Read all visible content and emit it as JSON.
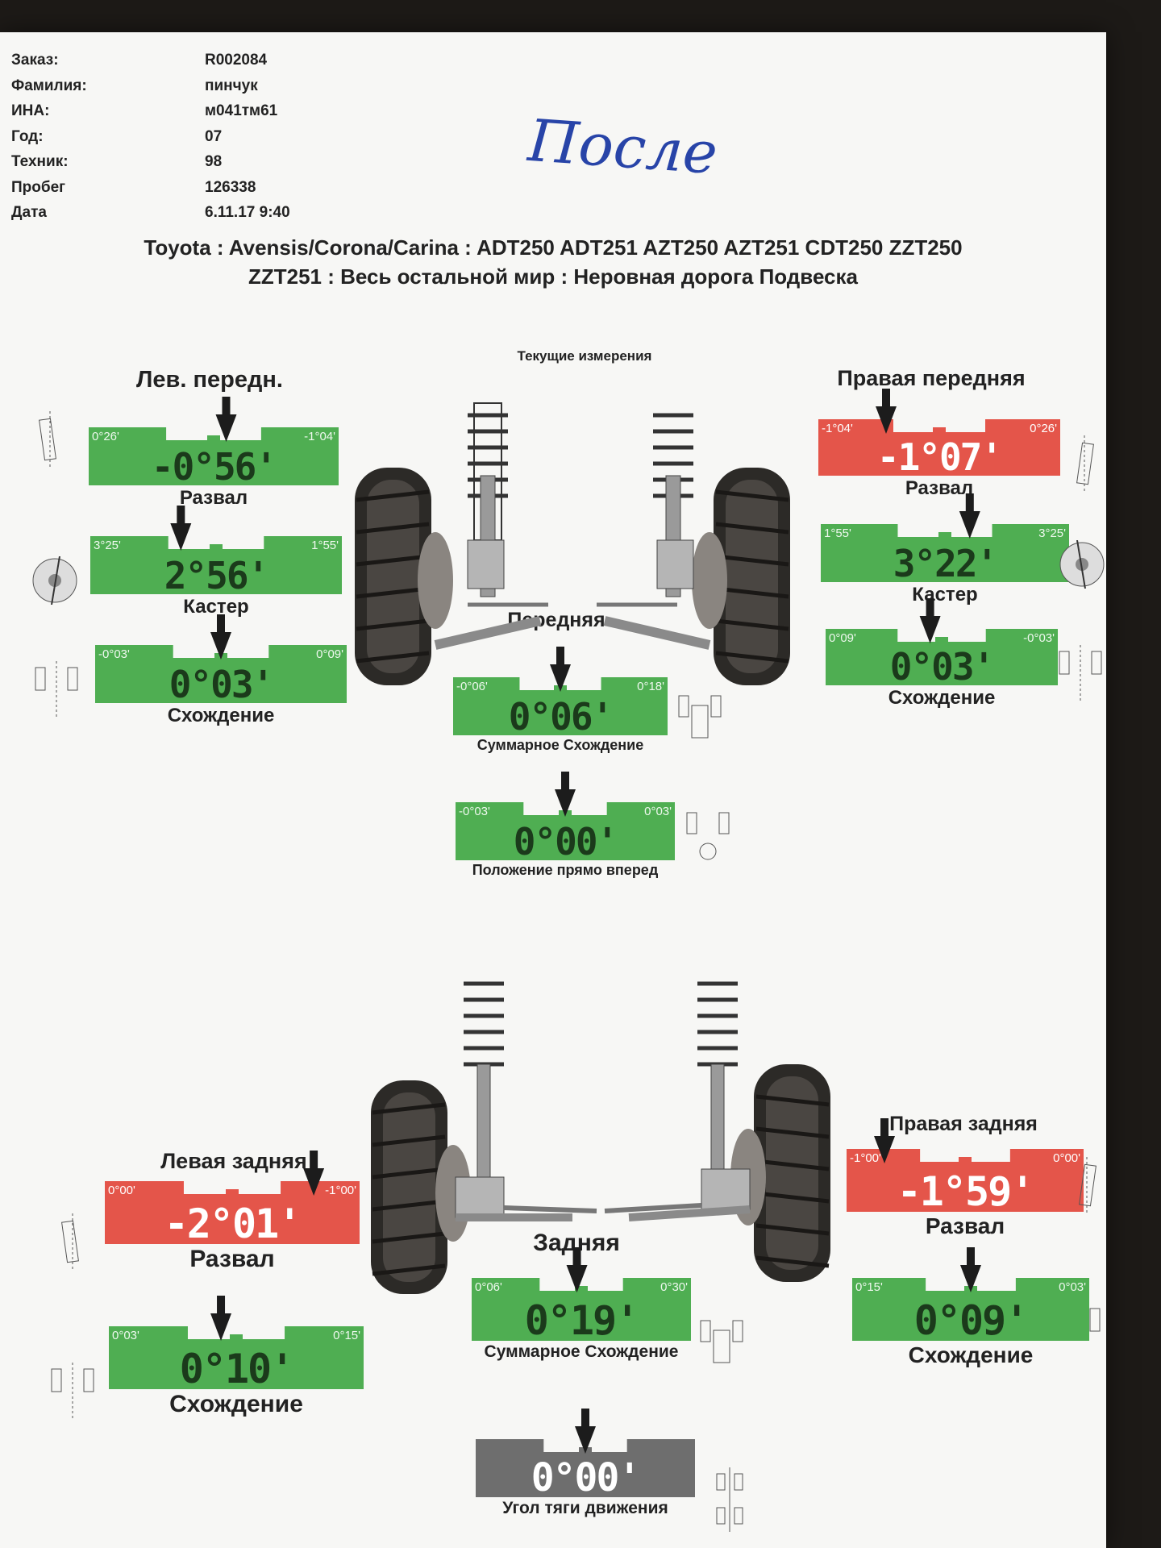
{
  "colors": {
    "green": "#4fae52",
    "red": "#e4554a",
    "gray": "#6e6e6e",
    "dark_text": "#1b3a1b"
  },
  "header": {
    "rows": [
      {
        "key": "Заказ:",
        "value": "R002084"
      },
      {
        "key": "Фамилия:",
        "value": "пинчук"
      },
      {
        "key": "ИНА:",
        "value": "м041тм61"
      },
      {
        "key": "Год:",
        "value": "07"
      },
      {
        "key": "Техник:",
        "value": "98"
      },
      {
        "key": "Пробег",
        "value": "126338"
      },
      {
        "key": "Дата",
        "value": "6.11.17 9:40"
      }
    ],
    "handwritten": "После"
  },
  "vehicle": {
    "line1": "Toyota : Avensis/Corona/Carina : ADT250 ADT251 AZT250 AZT251 CDT250 ZZT250",
    "line2": "ZZT251 : Весь остальной мир : Неровная дорога Подвеска"
  },
  "front": {
    "current_label": "Текущие измерения",
    "left_title": "Лев. передн.",
    "right_title": "Правая передняя",
    "center_title": "Передняя"
  },
  "rear": {
    "left_title": "Левая задняя",
    "right_title": "Правая задняя",
    "center_title": "Задняя"
  },
  "gauges": {
    "lf_camber": {
      "min": "0°26'",
      "max": "-1°04'",
      "value": "-0°56'",
      "label": "Развал",
      "status": "green",
      "level": 0.82
    },
    "lf_caster": {
      "min": "3°25'",
      "max": "1°55'",
      "value": "2°56'",
      "label": "Кастер",
      "status": "green",
      "level": 0.45
    },
    "lf_toe": {
      "min": "-0°03'",
      "max": "0°09'",
      "value": "0°03'",
      "label": "Схождение",
      "status": "green",
      "level": 0.5
    },
    "rf_camber": {
      "min": "-1°04'",
      "max": "0°26'",
      "value": "-1°07'",
      "label": "Развал",
      "status": "red",
      "level": -0.03
    },
    "rf_caster": {
      "min": "1°55'",
      "max": "3°25'",
      "value": "3°22'",
      "label": "Кастер",
      "status": "green",
      "level": 0.97
    },
    "rf_toe": {
      "min": "0°09'",
      "max": "-0°03'",
      "value": "0°03'",
      "label": "Схождение",
      "status": "green",
      "level": 0.5
    },
    "front_total": {
      "min": "-0°06'",
      "max": "0°18'",
      "value": "0°06'",
      "label": "Суммарное Схождение",
      "status": "green",
      "level": 0.5
    },
    "steer_ahead": {
      "min": "-0°03'",
      "max": "0°03'",
      "value": "0°00'",
      "label": "Положение прямо вперед",
      "status": "green",
      "level": 0.5
    },
    "lr_camber": {
      "min": "0°00'",
      "max": "-1°00'",
      "value": "-2°01'",
      "label": "Развал",
      "status": "red",
      "level": 1.0
    },
    "lr_toe": {
      "min": "0°03'",
      "max": "0°15'",
      "value": "0°10'",
      "label": "Схождение",
      "status": "green",
      "level": 0.5
    },
    "rear_total": {
      "min": "0°06'",
      "max": "0°30'",
      "value": "0°19'",
      "label": "Суммарное Схождение",
      "status": "green",
      "level": 0.5
    },
    "rr_camber": {
      "min": "-1°00'",
      "max": "0°00'",
      "value": "-1°59'",
      "label": "Развал",
      "status": "red",
      "level": 0.0
    },
    "rr_toe": {
      "min": "0°15'",
      "max": "0°03'",
      "value": "0°09'",
      "label": "Схождение",
      "status": "green",
      "level": 0.5
    },
    "thrust": {
      "min": "",
      "max": "",
      "value": "0°00'",
      "label": "Угол тяги движения",
      "status": "gray",
      "level": 0.5
    }
  },
  "icons": [
    "camber-icon",
    "caster-icon",
    "toe-icon",
    "total-toe-icon",
    "steering-ahead-icon",
    "thrust-angle-icon",
    "front-suspension-illustration",
    "rear-suspension-illustration"
  ]
}
